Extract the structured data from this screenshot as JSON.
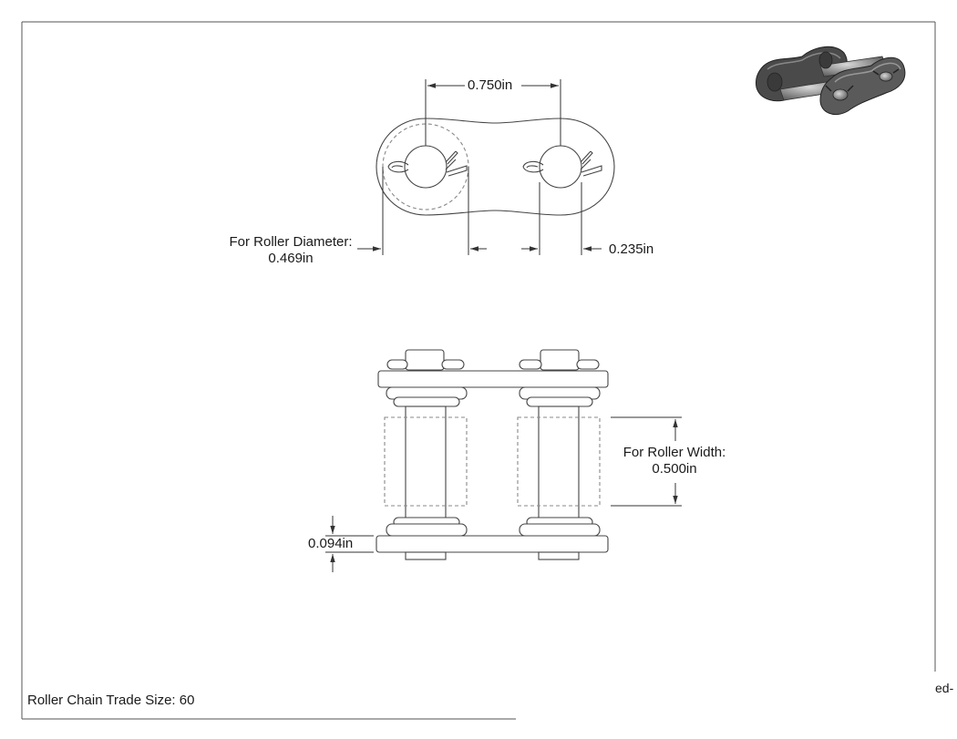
{
  "drawing": {
    "title_block": "Roller Chain Trade Size: 60",
    "cutoff_text": "ed-"
  },
  "dimensions": {
    "pitch": "0.750in",
    "roller_diameter_label": "For Roller Diameter:",
    "roller_diameter_value": "0.469in",
    "pin_diameter": "0.235in",
    "roller_width_label": "For Roller Width:",
    "roller_width_value": "0.500in",
    "plate_thickness": "0.094in"
  },
  "views": [
    "side-view-plate",
    "top-view-assembly",
    "isometric-thumbnail"
  ]
}
